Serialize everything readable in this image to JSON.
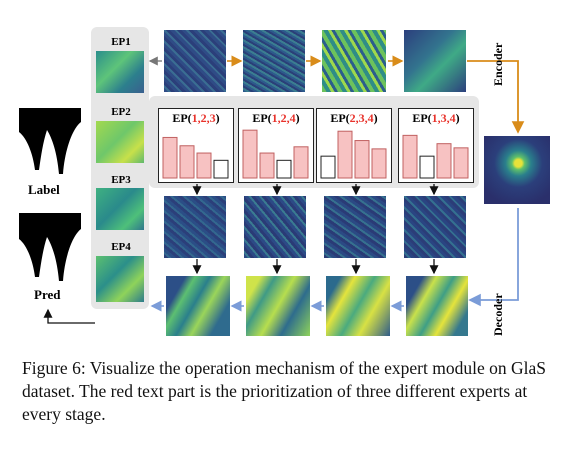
{
  "labels": {
    "label": "Label",
    "pred": "Pred",
    "encoder": "Encoder",
    "decoder": "Decoder"
  },
  "experts_side": [
    "EP1",
    "EP2",
    "EP3",
    "EP4"
  ],
  "ep_cards": [
    {
      "prefix": "EP(",
      "order": "1,2,3",
      "suffix": ")",
      "bars": [
        0.78,
        0.62,
        0.48,
        0.34
      ],
      "outlined": [
        false,
        false,
        false,
        true
      ]
    },
    {
      "prefix": "EP(",
      "order": "1,2,4",
      "suffix": ")",
      "bars": [
        0.92,
        0.48,
        0.34,
        0.6
      ],
      "outlined": [
        false,
        false,
        true,
        false
      ]
    },
    {
      "prefix": "EP(",
      "order": "2,3,4",
      "suffix": ")",
      "bars": [
        0.42,
        0.9,
        0.72,
        0.56
      ],
      "outlined": [
        true,
        false,
        false,
        false
      ]
    },
    {
      "prefix": "EP(",
      "order": "1,3,4",
      "suffix": ")",
      "bars": [
        0.82,
        0.42,
        0.66,
        0.58
      ],
      "outlined": [
        false,
        true,
        false,
        false
      ]
    }
  ],
  "colors": {
    "bar_fill": "#f7c2c2",
    "bar_stroke": "#c06060",
    "encoder_arrow": "#d98c1a",
    "decoder_arrow": "#7b9cd8",
    "panel_bg": "#e6e6e6",
    "red_text": "#e8322b"
  },
  "caption": "Figure 6: Visualize the operation mechanism of the expert module on GlaS dataset. The red text part is the prioritization of three different experts at every stage."
}
